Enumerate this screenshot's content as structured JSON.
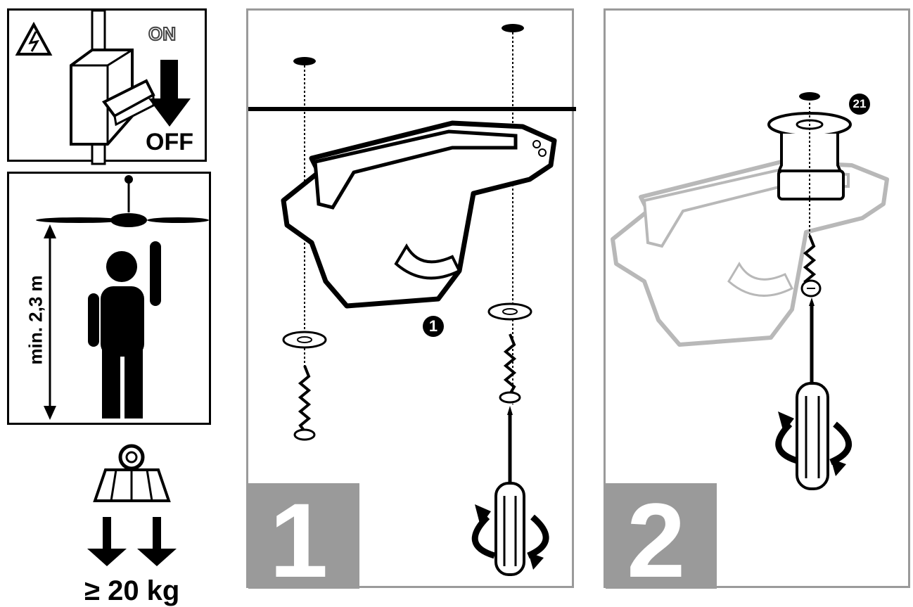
{
  "power_panel": {
    "on_label": "ON",
    "off_label": "OFF",
    "icons": [
      "high-voltage-warning-icon",
      "circuit-breaker-icon",
      "down-arrow-icon"
    ]
  },
  "height_panel": {
    "min_height_label": "min. 2,3 m",
    "icons": [
      "ceiling-fan-icon",
      "person-silhouette-icon",
      "height-dimension-arrow-icon"
    ]
  },
  "weight_section": {
    "weight_label": "≥ 20 kg",
    "icons": [
      "hook-weight-icon",
      "downward-force-arrows-icon"
    ]
  },
  "step1": {
    "step_number": "1",
    "part_callout": "1",
    "icons": [
      "mounting-bracket-icon",
      "wall-plug-icon",
      "washer-icon",
      "screw-icon",
      "screwdriver-icon",
      "rotate-arrow-icon"
    ]
  },
  "step2": {
    "step_number": "2",
    "part_callout": "21",
    "icons": [
      "mounting-bracket-icon",
      "hanger-hook-icon",
      "screw-icon",
      "screwdriver-icon",
      "rotate-arrow-icon"
    ]
  }
}
